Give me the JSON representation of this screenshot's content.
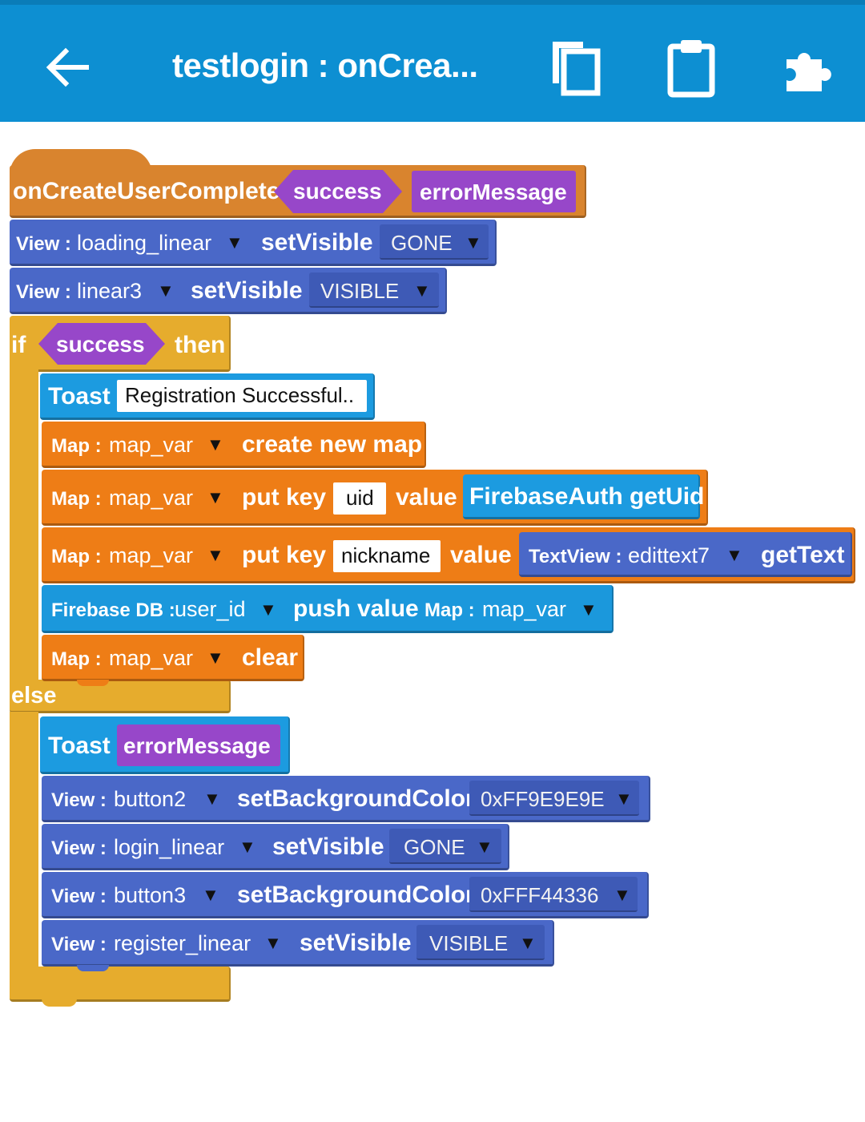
{
  "header": {
    "title": "testlogin : onCrea...",
    "back_icon": "arrow-left-icon",
    "copy_icon": "copy-icon",
    "paste_icon": "clipboard-icon",
    "puzzle_icon": "puzzle-icon",
    "bg": "#0D8FD2"
  },
  "event": {
    "name": "onCreateUserComplete",
    "param1": "success",
    "param2": "errorMessage"
  },
  "b1": {
    "prefix": "View :",
    "comp": "loading_linear",
    "method": "setVisible",
    "value": "GONE"
  },
  "b2": {
    "prefix": "View :",
    "comp": "linear3",
    "method": "setVisible",
    "value": "VISIBLE"
  },
  "ifblock": {
    "if_label": "if",
    "cond": "success",
    "then_label": "then",
    "else_label": "else"
  },
  "t1": {
    "label": "Toast",
    "text": "Registration Successful.."
  },
  "m1": {
    "prefix": "Map :",
    "comp": "map_var",
    "method": "create new map"
  },
  "m2": {
    "prefix": "Map :",
    "comp": "map_var",
    "put": "put key",
    "key": "uid",
    "value_label": "value",
    "value": "FirebaseAuth getUid"
  },
  "m3": {
    "prefix": "Map :",
    "comp": "map_var",
    "put": "put key",
    "key": "nickname",
    "value_label": "value",
    "tv_prefix": "TextView :",
    "tv_comp": "edittext7",
    "tv_method": "getText"
  },
  "f1": {
    "prefix": "Firebase DB :",
    "comp": "user_id",
    "method": "push value",
    "map_prefix": "Map :",
    "map_comp": "map_var"
  },
  "m4": {
    "prefix": "Map :",
    "comp": "map_var",
    "method": "clear"
  },
  "t2": {
    "label": "Toast",
    "param": "errorMessage"
  },
  "v3": {
    "prefix": "View :",
    "comp": "button2",
    "method": "setBackgroundColor",
    "value": "0xFF9E9E9E"
  },
  "v4": {
    "prefix": "View :",
    "comp": "login_linear",
    "method": "setVisible",
    "value": "GONE"
  },
  "v5": {
    "prefix": "View :",
    "comp": "button3",
    "method": "setBackgroundColor",
    "value": "0xFFF44336"
  },
  "v6": {
    "prefix": "View :",
    "comp": "register_linear",
    "method": "setVisible",
    "value": "VISIBLE"
  },
  "dropdown_icon": "triangle-down-icon"
}
